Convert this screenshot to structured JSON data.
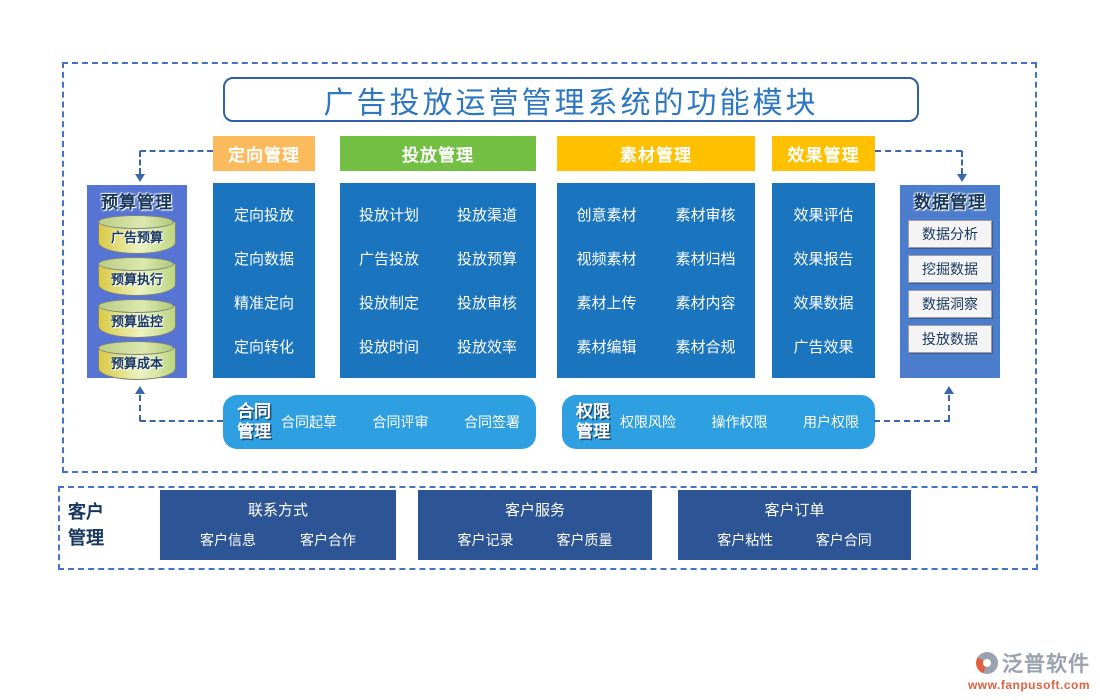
{
  "title": "广告投放运营管理系统的功能模块",
  "colors": {
    "dashed_border": "#4472C4",
    "column_blue": "#1B75BE",
    "header_orange": "#FBBA5B",
    "header_green": "#72BF44",
    "header_gold": "#FFC000",
    "budget_block": "#5574D4",
    "data_block": "#4C7CCC",
    "pill_blue": "#2E9FE0",
    "customer_navy": "#2D5595",
    "title_text": "#2E78C2",
    "logo_url_color": "#E2603F"
  },
  "budget_block": {
    "title": "预算管理",
    "items": [
      "广告预算",
      "预算执行",
      "预算监控",
      "预算成本"
    ]
  },
  "data_block": {
    "title": "数据管理",
    "items": [
      "数据分析",
      "挖掘数据",
      "数据洞察",
      "投放数据"
    ]
  },
  "columns": [
    {
      "header": "定向管理",
      "rows": [
        [
          "定向投放"
        ],
        [
          "定向数据"
        ],
        [
          "精准定向"
        ],
        [
          "定向转化"
        ]
      ]
    },
    {
      "header": "投放管理",
      "rows": [
        [
          "投放计划",
          "投放渠道"
        ],
        [
          "广告投放",
          "投放预算"
        ],
        [
          "投放制定",
          "投放审核"
        ],
        [
          "投放时间",
          "投放效率"
        ]
      ]
    },
    {
      "header": "素材管理",
      "rows": [
        [
          "创意素材",
          "素材审核"
        ],
        [
          "视频素材",
          "素材归档"
        ],
        [
          "素材上传",
          "素材内容"
        ],
        [
          "素材编辑",
          "素材合规"
        ]
      ]
    },
    {
      "header": "效果管理",
      "rows": [
        [
          "效果评估"
        ],
        [
          "效果报告"
        ],
        [
          "效果数据"
        ],
        [
          "广告效果"
        ]
      ]
    }
  ],
  "pills": [
    {
      "title": "合同\n管理",
      "items": [
        "合同起草",
        "合同评审",
        "合同签署"
      ]
    },
    {
      "title": "权限\n管理",
      "items": [
        "权限风险",
        "操作权限",
        "用户权限"
      ]
    }
  ],
  "customer": {
    "label": "客户\n管理",
    "groups": [
      {
        "title": "联系方式",
        "items": [
          "客户信息",
          "客户合作"
        ]
      },
      {
        "title": "客户服务",
        "items": [
          "客户记录",
          "客户质量"
        ]
      },
      {
        "title": "客户订单",
        "items": [
          "客户粘性",
          "客户合同"
        ]
      }
    ]
  },
  "logo": {
    "name": "泛普软件",
    "url": "www.fanpusoft.com"
  }
}
